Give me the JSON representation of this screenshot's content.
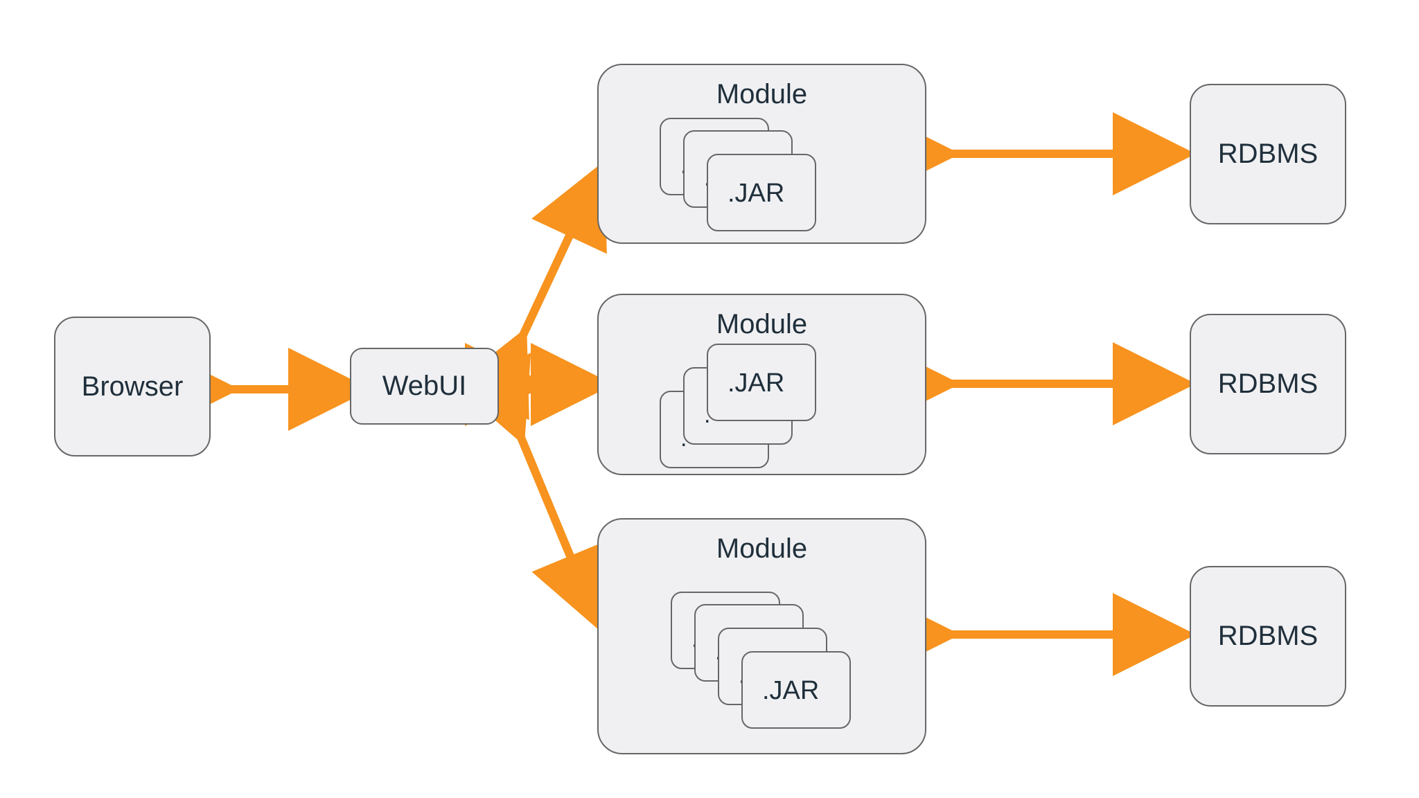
{
  "nodes": {
    "browser": "Browser",
    "webui": "WebUI",
    "module_label": "Module",
    "jar_label": ".JAR",
    "rdbms_label": "RDBMS",
    "jar_dot": "."
  },
  "colors": {
    "arrow": "#F7931E",
    "box_fill": "#F0F0F2",
    "box_stroke": "#666666",
    "text": "#1F2F3B"
  }
}
